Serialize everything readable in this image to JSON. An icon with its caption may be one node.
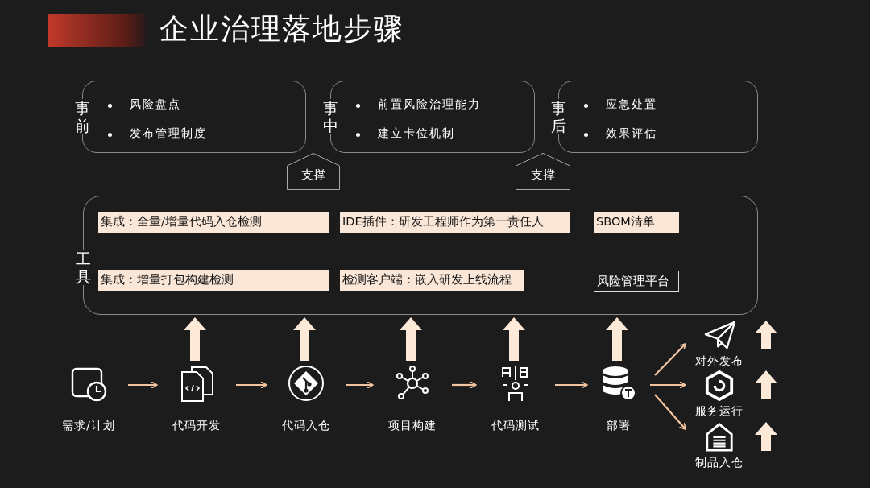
{
  "diagram": {
    "title": "企业治理落地步骤",
    "nodes": [
      {
        "text": [
          "事前",
          "风险盘点",
          "发布管理制度"
        ]
      },
      {
        "text": [
          "事中",
          "前置风险治理能力",
          "建立卡位机制"
        ]
      },
      {
        "text": [
          "事后",
          "应急处置",
          "效果评估"
        ]
      },
      {
        "text": [
          "支撑"
        ]
      },
      {
        "text": [
          "支撑"
        ]
      },
      {
        "text": [
          "工具"
        ]
      },
      {
        "text": [
          "集成：全量/增量代码入仓检测"
        ],
        "in": 5
      },
      {
        "text": [
          "IDE插件：研发工程师作为第一责任人"
        ],
        "in": 5
      },
      {
        "text": [
          "SBOM清单"
        ],
        "in": 5
      },
      {
        "text": [
          "集成：增量打包构建检测"
        ],
        "in": 5
      },
      {
        "text": [
          "检测客户端：嵌入研发上线流程"
        ],
        "in": 5
      },
      {
        "text": [
          "风险管理平台"
        ],
        "in": 5
      },
      {
        "text": [
          "需求/计划"
        ]
      },
      {
        "text": [
          "代码开发"
        ]
      },
      {
        "text": [
          "代码入仓"
        ]
      },
      {
        "text": [
          "项目构建"
        ]
      },
      {
        "text": [
          "代码测试"
        ]
      },
      {
        "text": [
          "部署"
        ]
      },
      {
        "text": [
          "对外发布"
        ]
      },
      {
        "text": [
          "服务运行"
        ]
      },
      {
        "text": [
          "制品入仓"
        ]
      }
    ],
    "edges": [
      {
        "from": 12,
        "to": 13,
        "arrow": "to"
      },
      {
        "from": 13,
        "to": 14,
        "arrow": "to"
      },
      {
        "from": 14,
        "to": 15,
        "arrow": "to"
      },
      {
        "from": 15,
        "to": 16,
        "arrow": "to"
      },
      {
        "from": 16,
        "to": 17,
        "arrow": "to"
      },
      {
        "from": 17,
        "to": 18,
        "arrow": "to"
      },
      {
        "from": 17,
        "to": 19,
        "arrow": "to"
      },
      {
        "from": 17,
        "to": 20,
        "arrow": "to"
      },
      {
        "from": 13,
        "to": 5,
        "arrow": "to",
        "style": "thick",
        "color": "#fde9d8"
      },
      {
        "from": 14,
        "to": 5,
        "arrow": "to",
        "style": "thick",
        "color": "#fde9d8"
      },
      {
        "from": 15,
        "to": 5,
        "arrow": "to",
        "style": "thick",
        "color": "#fde9d8"
      },
      {
        "from": 16,
        "to": 5,
        "arrow": "to",
        "style": "thick",
        "color": "#fde9d8"
      },
      {
        "from": 17,
        "to": 5,
        "arrow": "to",
        "style": "thick",
        "color": "#fde9d8"
      },
      {
        "from": 18,
        "to": null,
        "arrow": "to",
        "style": "thick",
        "color": "#fde9d8"
      },
      {
        "from": 19,
        "to": null,
        "arrow": "to",
        "style": "thick",
        "color": "#fde9d8"
      },
      {
        "from": 20,
        "to": null,
        "arrow": "to",
        "style": "thick",
        "color": "#fde9d8"
      }
    ]
  }
}
